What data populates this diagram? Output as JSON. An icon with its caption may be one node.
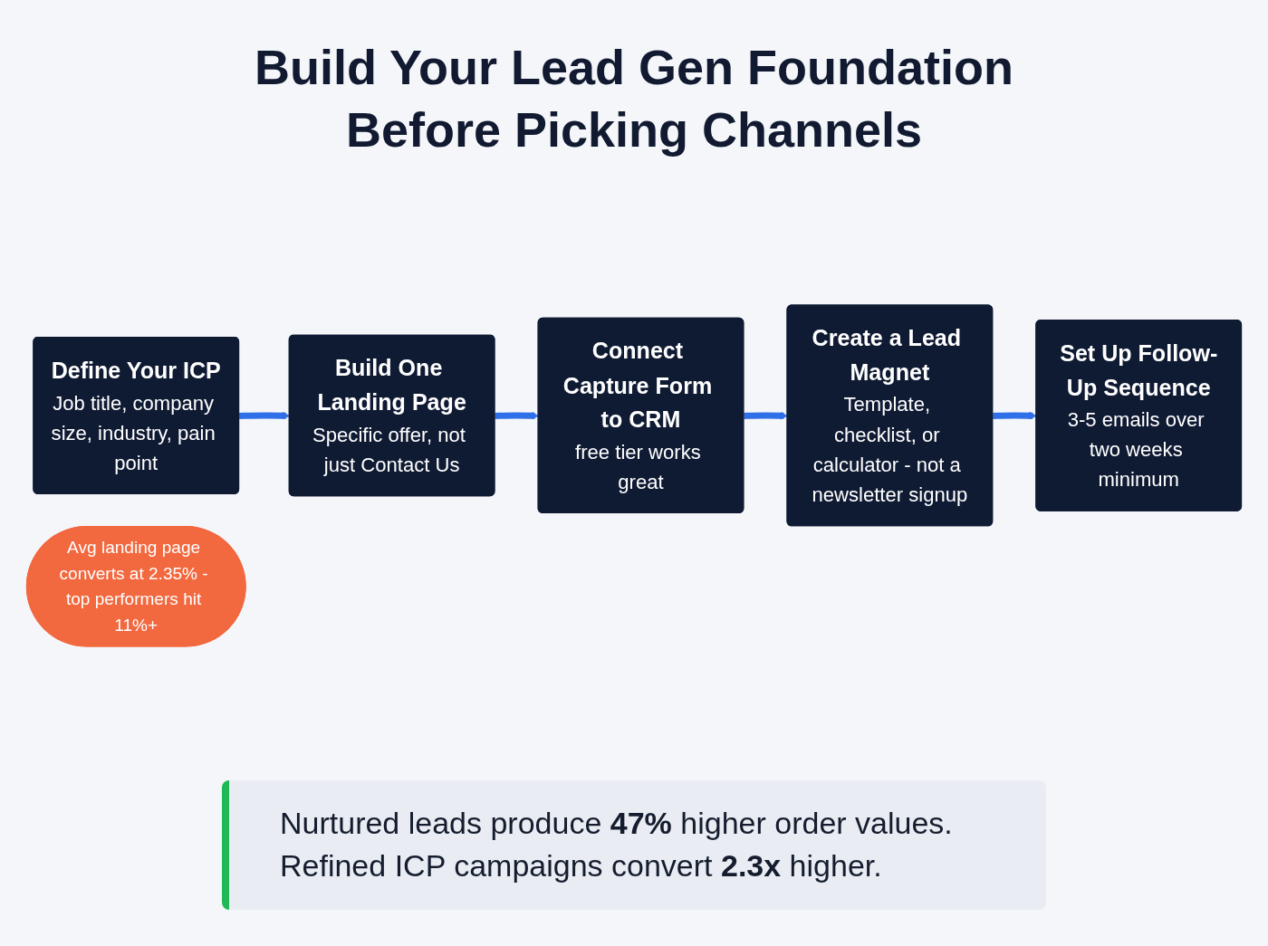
{
  "diagram": {
    "title": "Build Your Lead Gen Foundation Before Picking Channels",
    "nodes": [
      {
        "text": [
          "Define Your ICP",
          "Job title, company size, industry, pain point"
        ]
      },
      {
        "text": [
          "Build One Landing Page",
          "Specific offer, not just Contact Us"
        ]
      },
      {
        "text": [
          "Connect Capture Form to CRM",
          "free tier works great"
        ]
      },
      {
        "text": [
          "Avg landing page converts at 2.35% - top performers hit 11%+"
        ]
      },
      {
        "text": [
          "Create a Lead Magnet",
          "Template, checklist, or calculator - not a newsletter signup"
        ]
      },
      {
        "text": [
          "Set Up Follow-Up Sequence",
          "3-5 emails over two weeks minimum"
        ]
      }
    ],
    "edges": [
      {
        "from": 0,
        "to": 1,
        "arrow": "to"
      },
      {
        "from": 1,
        "to": 2,
        "arrow": "to"
      },
      {
        "from": 2,
        "to": 4,
        "arrow": "to"
      },
      {
        "from": 4,
        "to": 5,
        "arrow": "to"
      }
    ],
    "labels": [
      "Nurtured leads produce **47%** higher order values. Refined ICP campaigns convert **2.3x** higher."
    ]
  }
}
